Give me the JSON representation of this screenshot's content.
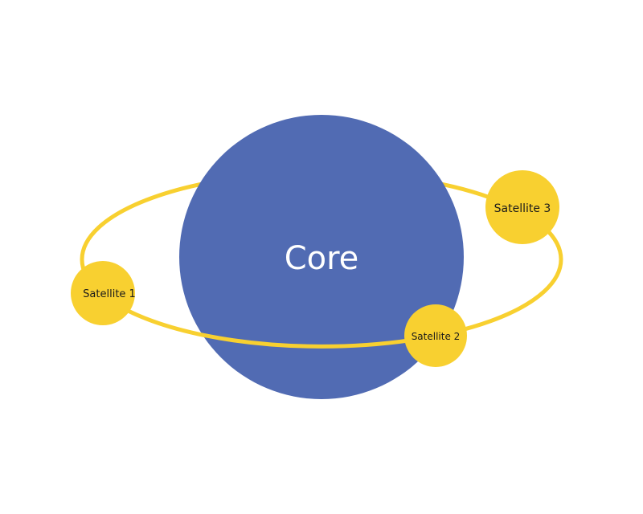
{
  "diagram": {
    "core": {
      "label": "Core"
    },
    "satellites": [
      {
        "label": "Satellite 1"
      },
      {
        "label": "Satellite 2"
      },
      {
        "label": "Satellite 3"
      }
    ]
  },
  "colors": {
    "core": "#516bb3",
    "satellite": "#f8d030",
    "orbit": "#f8d030",
    "core_text": "#ffffff",
    "satellite_text": "#1a1a1a"
  }
}
